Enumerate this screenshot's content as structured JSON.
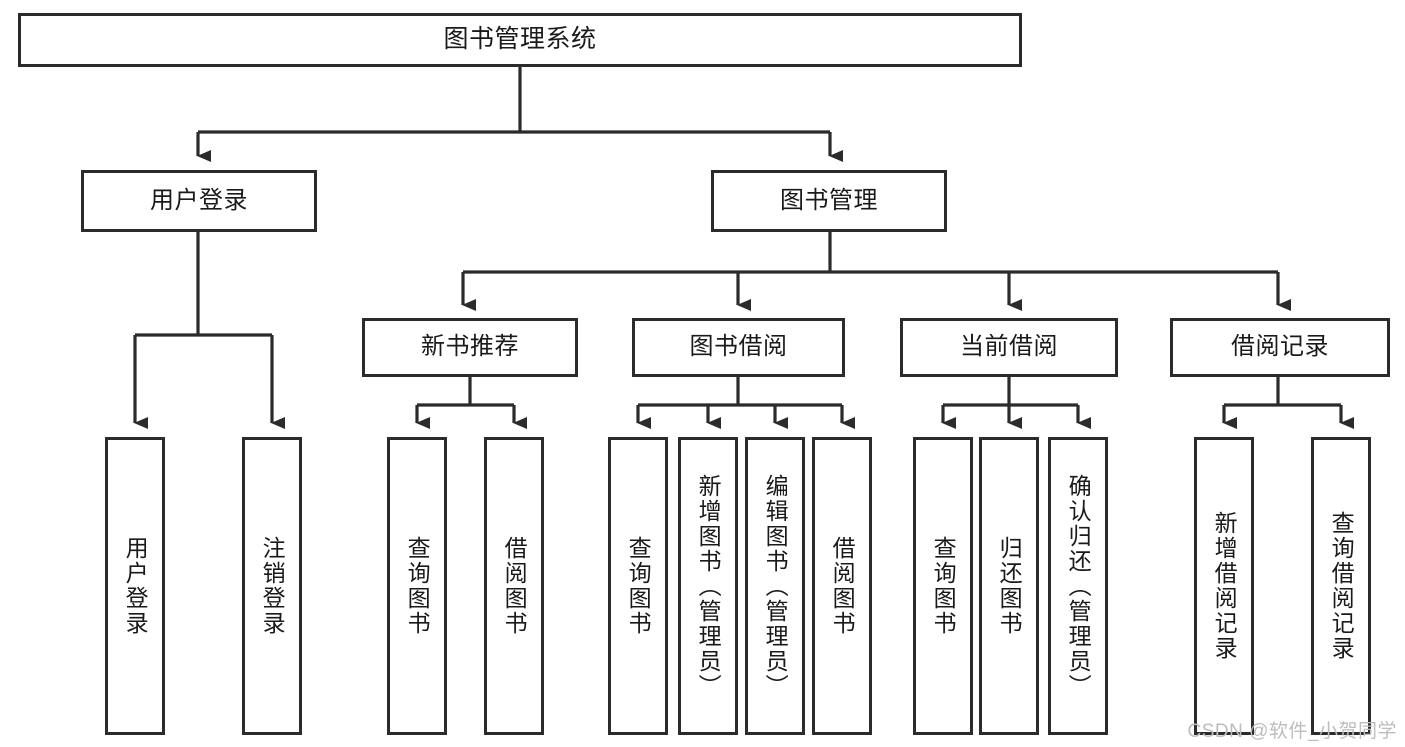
{
  "diagram": {
    "title": "图书管理系统",
    "type": "tree",
    "watermark": "CSDN @软件_小贺同学",
    "colors": {
      "stroke": "#2b2b2b",
      "fill": "#ffffff",
      "text": "#1a1a1a",
      "watermark": "#bdbdbd"
    },
    "root": {
      "label": "图书管理系统"
    },
    "level2": [
      {
        "label": "用户登录"
      },
      {
        "label": "图书管理"
      }
    ],
    "level3": [
      {
        "label": "新书推荐"
      },
      {
        "label": "图书借阅"
      },
      {
        "label": "当前借阅"
      },
      {
        "label": "借阅记录"
      }
    ],
    "leaves": {
      "user_login": [
        {
          "label": "用户登录"
        },
        {
          "label": "注销登录"
        }
      ],
      "new_book_recommend": [
        {
          "label": "查询图书"
        },
        {
          "label": "借阅图书"
        }
      ],
      "book_borrow": [
        {
          "label": "查询图书"
        },
        {
          "label": "新增图书（管理员）"
        },
        {
          "label": "编辑图书（管理员）"
        },
        {
          "label": "借阅图书"
        }
      ],
      "current_borrow": [
        {
          "label": "查询图书"
        },
        {
          "label": "归还图书"
        },
        {
          "label": "确认归还（管理员）"
        }
      ],
      "borrow_record": [
        {
          "label": "新增借阅记录"
        },
        {
          "label": "查询借阅记录"
        }
      ]
    }
  }
}
